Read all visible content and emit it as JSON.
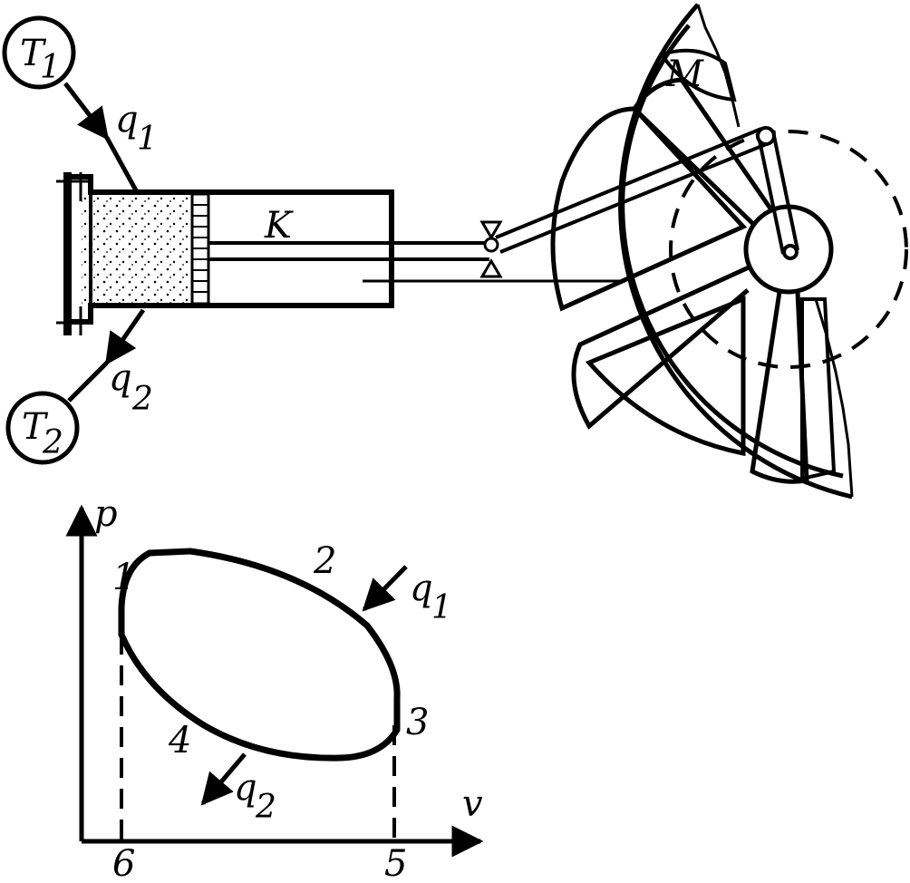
{
  "labels": {
    "t1_sub": "1",
    "t1_main": "T",
    "t2_main": "T",
    "t2_sub": "2",
    "q1_top_main": "q",
    "q1_top_sub": "1",
    "q2_top_main": "q",
    "q2_top_sub": "2",
    "piston_rod": "K",
    "flywheel": "M",
    "axis_p": "p",
    "axis_v": "v",
    "pt1": "1",
    "pt2": "2",
    "pt3": "3",
    "pt4": "4",
    "pt5": "5",
    "pt6": "6",
    "q1_pv_main": "q",
    "q1_pv_sub": "1",
    "q2_pv_main": "q",
    "q2_pv_sub": "2"
  }
}
